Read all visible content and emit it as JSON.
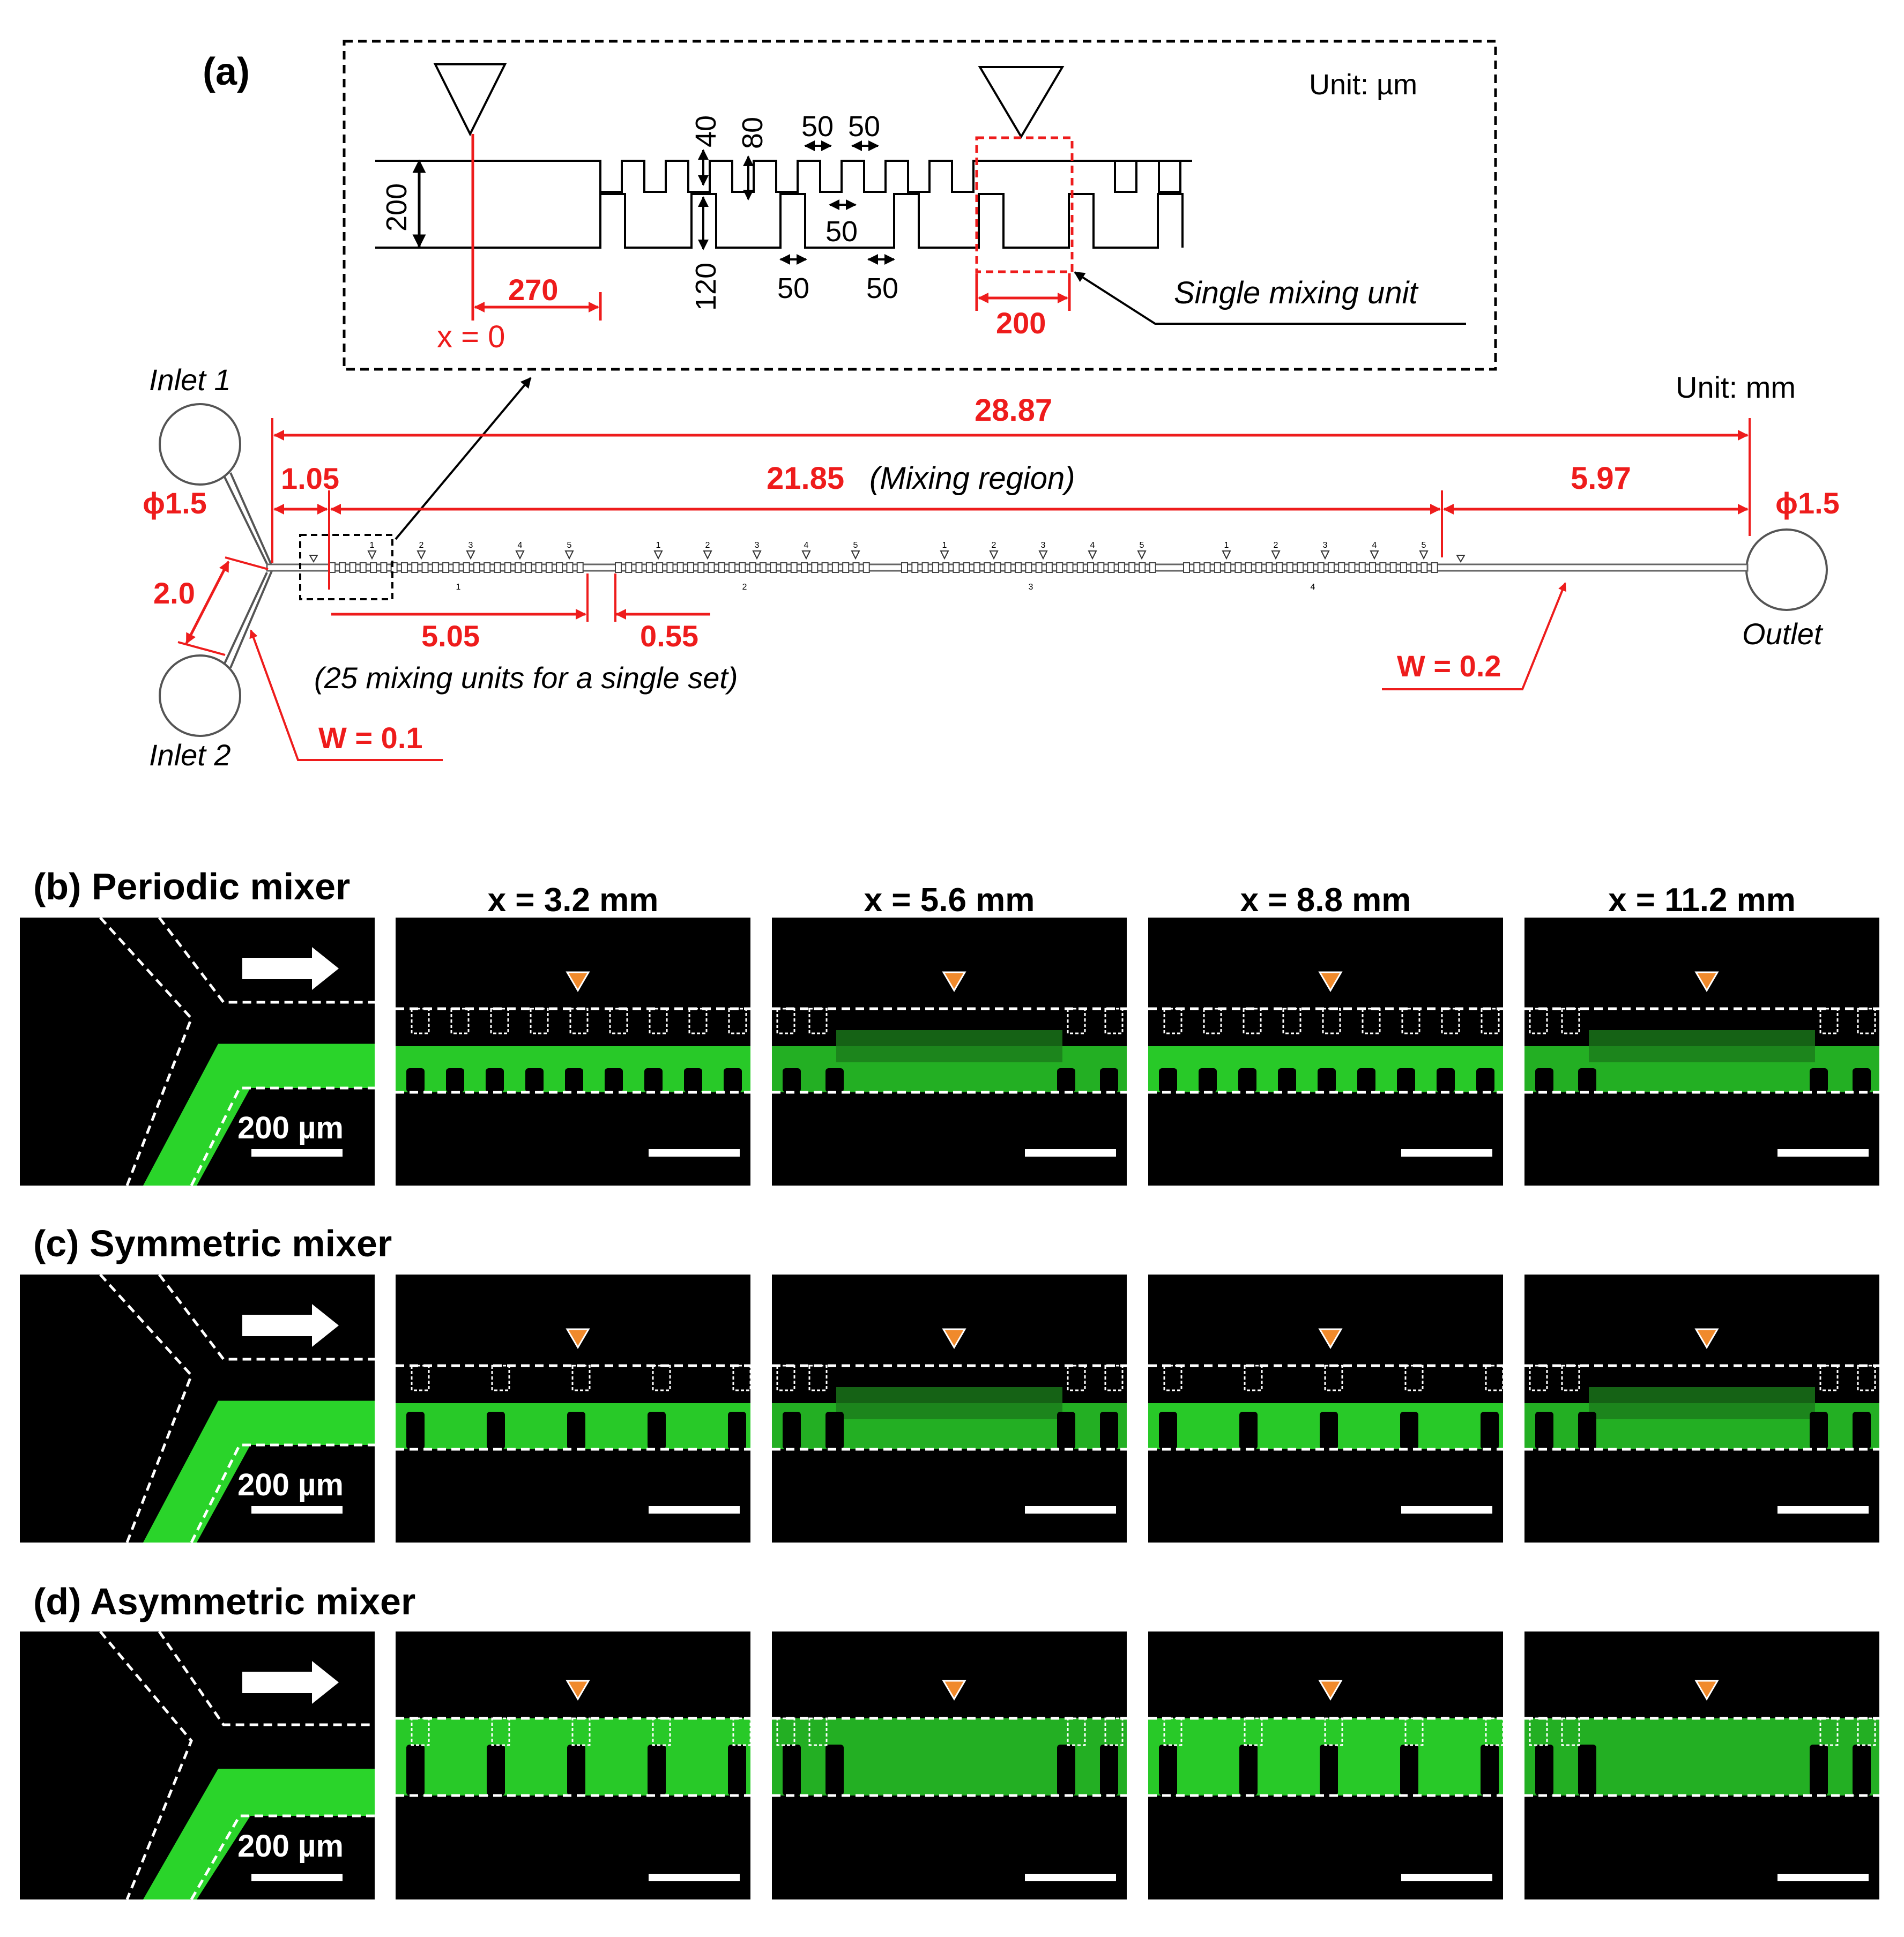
{
  "panel_a": {
    "panel_label": "(a)",
    "inset": {
      "unit_label": "Unit: µm",
      "dims": {
        "d200": "200",
        "d40": "40",
        "d80": "80",
        "d50a": "50",
        "d50b": "50",
        "d50c": "50",
        "d120": "120",
        "d50d": "50",
        "d50e": "50",
        "d270": "270",
        "x0": "x = 0",
        "d200red": "200",
        "single_mixing_unit": "Single mixing unit"
      }
    },
    "overview": {
      "unit_label": "Unit: mm",
      "inlet1": "Inlet 1",
      "inlet2": "Inlet 2",
      "outlet": "Outlet",
      "phi_left": "ϕ1.5",
      "phi_right": "ϕ1.5",
      "total_length": "28.87",
      "start_offset": "1.05",
      "mixing_length": "21.85",
      "mixing_label": "(Mixing region)",
      "end_length": "5.97",
      "inlet_length": "2.0",
      "set_length": "5.05",
      "gap_length": "0.55",
      "set_note": "(25 mixing units for a single set)",
      "w_inlet": "W = 0.1",
      "w_outlet": "W = 0.2",
      "marker_numbers": [
        "1",
        "2",
        "3",
        "4",
        "5"
      ],
      "set_numbers": [
        "1",
        "2",
        "3",
        "4"
      ]
    }
  },
  "panels": [
    {
      "label": "(b) Periodic mixer",
      "scale_label": "200 µm",
      "kind": "periodic"
    },
    {
      "label": "(c) Symmetric mixer",
      "scale_label": "200 µm",
      "kind": "symmetric"
    },
    {
      "label": "(d) Asymmetric mixer",
      "scale_label": "200 µm",
      "kind": "asymmetric"
    }
  ],
  "positions": [
    "x = 3.2 mm",
    "x = 5.6 mm",
    "x = 8.8 mm",
    "x = 11.2 mm"
  ],
  "colors": {
    "red": "#ee1c1c",
    "green": "#2ad42a",
    "marker": "#f08a2c",
    "black": "#000000",
    "white": "#ffffff"
  }
}
